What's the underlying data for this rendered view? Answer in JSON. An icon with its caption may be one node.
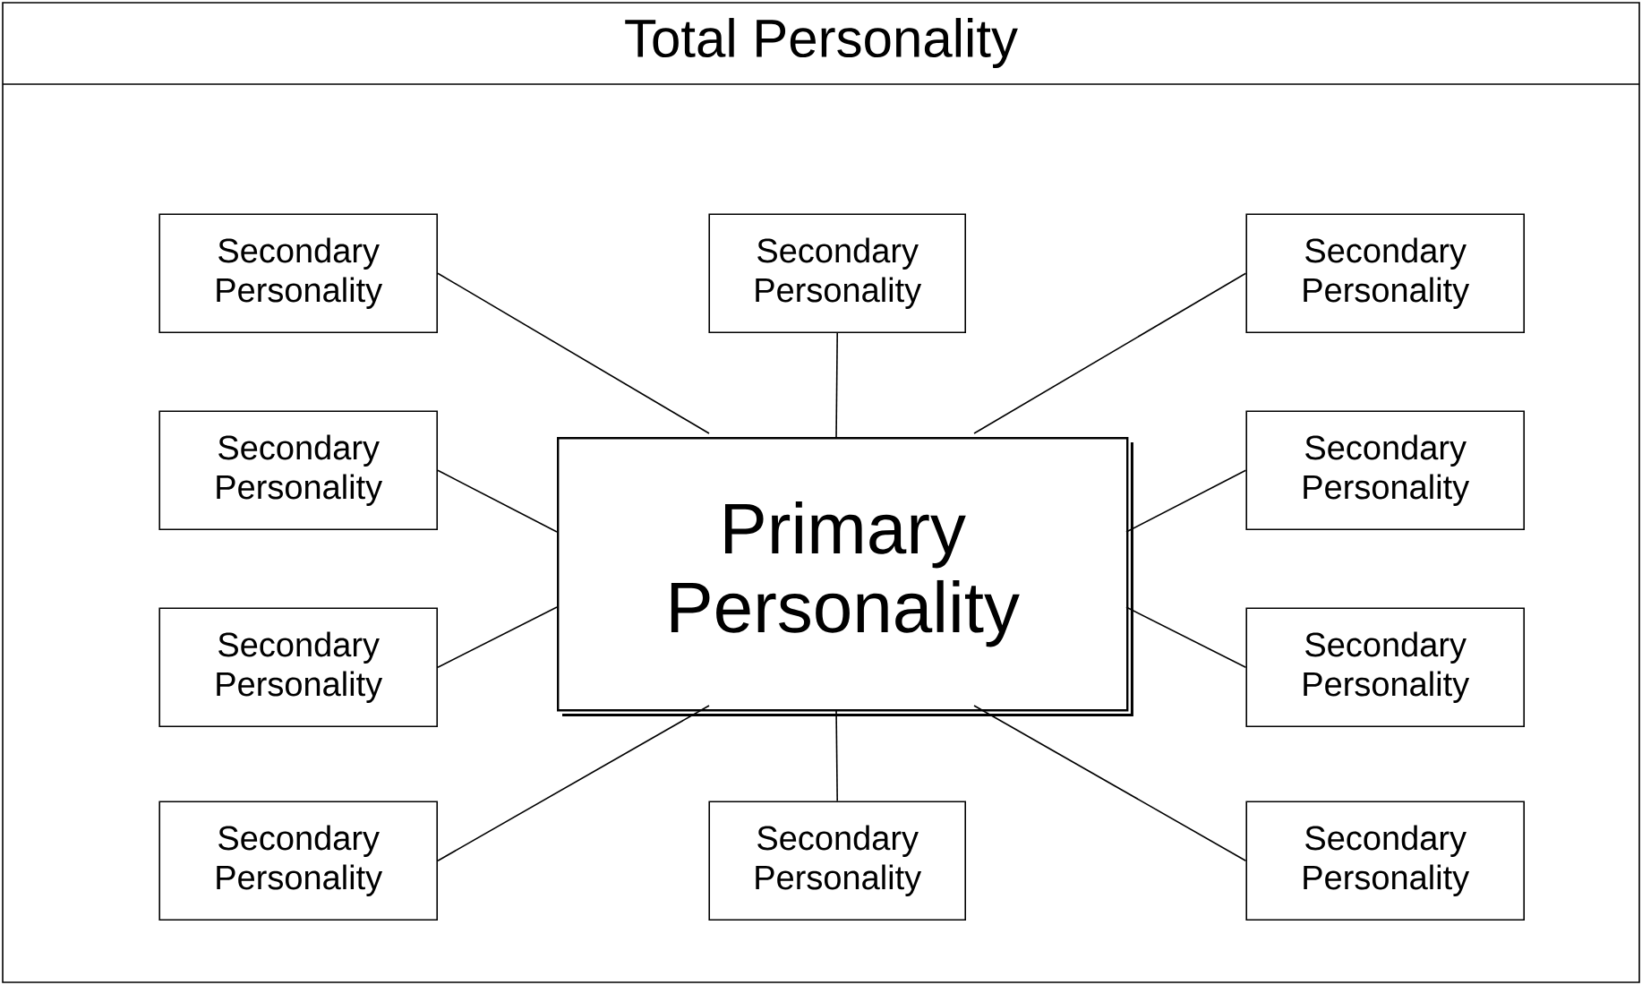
{
  "diagram": {
    "nodes": [
      {
        "text": [
          "Total Personality"
        ]
      },
      {
        "text": [
          "Primary Personality"
        ],
        "in": 0
      },
      {
        "text": [
          "Secondary Personality"
        ],
        "in": 0
      },
      {
        "text": [
          "Secondary Personality"
        ],
        "in": 0
      },
      {
        "text": [
          "Secondary Personality"
        ],
        "in": 0
      },
      {
        "text": [
          "Secondary Personality"
        ],
        "in": 0
      },
      {
        "text": [
          "Secondary Personality"
        ],
        "in": 0
      },
      {
        "text": [
          "Secondary Personality"
        ],
        "in": 0
      },
      {
        "text": [
          "Secondary Personality"
        ],
        "in": 0
      },
      {
        "text": [
          "Secondary Personality"
        ],
        "in": 0
      },
      {
        "text": [
          "Secondary Personality"
        ],
        "in": 0
      },
      {
        "text": [
          "Secondary Personality"
        ],
        "in": 0
      }
    ],
    "edges": [
      {
        "from": 1,
        "to": 2,
        "arrow": "none"
      },
      {
        "from": 1,
        "to": 3,
        "arrow": "none"
      },
      {
        "from": 1,
        "to": 4,
        "arrow": "none"
      },
      {
        "from": 1,
        "to": 5,
        "arrow": "none"
      },
      {
        "from": 1,
        "to": 6,
        "arrow": "none"
      },
      {
        "from": 1,
        "to": 7,
        "arrow": "none"
      },
      {
        "from": 1,
        "to": 8,
        "arrow": "none"
      },
      {
        "from": 1,
        "to": 9,
        "arrow": "none"
      },
      {
        "from": 1,
        "to": 10,
        "arrow": "none"
      },
      {
        "from": 1,
        "to": 11,
        "arrow": "none"
      }
    ]
  }
}
